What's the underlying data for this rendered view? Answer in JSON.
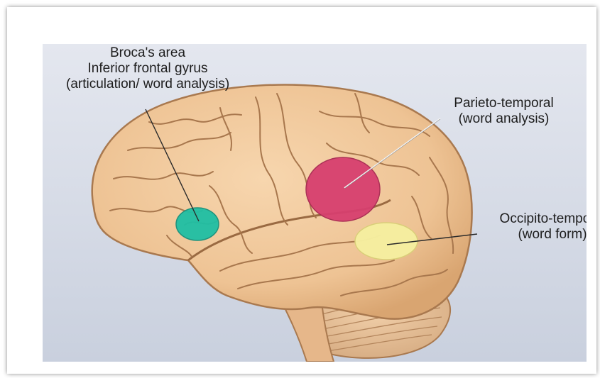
{
  "colors": {
    "background": "#dfe3ee",
    "brain": "#f0c79c",
    "broca_region": "#1fbfa4",
    "parieto_region": "#d73f6f",
    "occipito_region": "#f6efa0",
    "cerebellum": "#e0b894"
  },
  "labels": {
    "broca": {
      "line1": "Broca's area",
      "line2": "Inferior frontal gyrus",
      "line3": "(articulation/ word analysis)"
    },
    "parieto": {
      "line1": "Parieto-temporal",
      "line2": "(word analysis)"
    },
    "occipito": {
      "line1": "Occipito-temporal",
      "line2": "(word form)"
    }
  }
}
